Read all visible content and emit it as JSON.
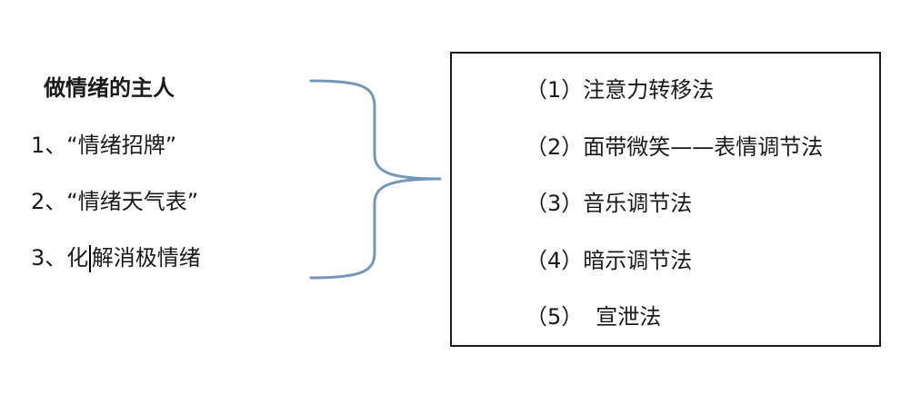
{
  "title": "做情绪的主人",
  "left_items": [
    "1、“情绪招牌”",
    "2、“情绪天气表”",
    {
      "before_cursor": "3、化",
      "after_cursor": "解消极情绪"
    }
  ],
  "right_items": [
    "（1）注意力转移法",
    "（2）面带微笑——表情调节法",
    "（3）音乐调节法",
    "（4）暗示调节法",
    {
      "num": "（5）",
      "label": "宣泄法"
    }
  ],
  "colors": {
    "brace": "#7496b8",
    "box_border": "#1a1a1a",
    "text": "#1a1a1a"
  }
}
